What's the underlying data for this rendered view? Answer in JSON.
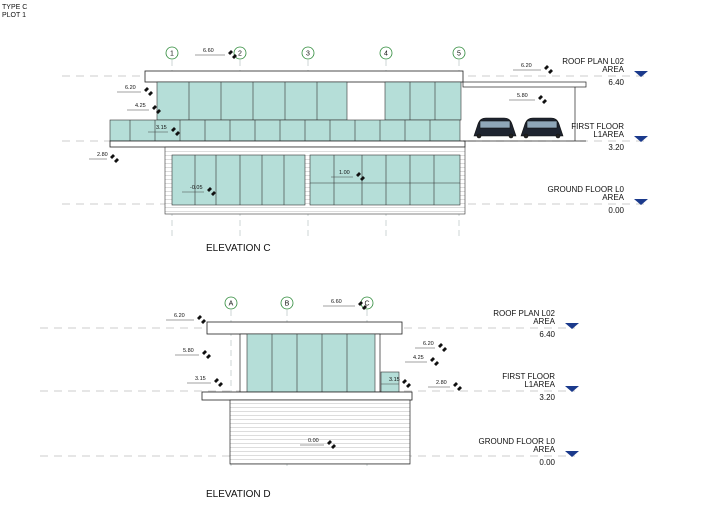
{
  "sheet": {
    "type_label": "TYPE C",
    "plot_label": "PLOT 1"
  },
  "elevation_c": {
    "title": "ELEVATION C",
    "grids": [
      "1",
      "2",
      "3",
      "4",
      "5"
    ],
    "levels": [
      {
        "line1": "ROOF PLAN L02",
        "line2": "AREA",
        "value": "6.40"
      },
      {
        "line1": "FIRST FLOOR",
        "line2": "L1AREA",
        "value": "3.20"
      },
      {
        "line1": "GROUND FLOOR L0",
        "line2": "AREA",
        "value": "0.00"
      }
    ],
    "dims": [
      "6.60",
      "6.20",
      "4.25",
      "3.15",
      "2.80",
      "6.20",
      "5.80",
      "-0.05",
      "1.00"
    ]
  },
  "elevation_d": {
    "title": "ELEVATION D",
    "grids": [
      "A",
      "B",
      "C"
    ],
    "levels": [
      {
        "line1": "ROOF PLAN L02",
        "line2": "AREA",
        "value": "6.40"
      },
      {
        "line1": "FIRST FLOOR",
        "line2": "L1AREA",
        "value": "3.20"
      },
      {
        "line1": "GROUND FLOOR L0",
        "line2": "AREA",
        "value": "0.00"
      }
    ],
    "dims": [
      "6.60",
      "6.20",
      "5.80",
      "3.15",
      "6.20",
      "4.25",
      "3.15",
      "2.80",
      "0.00"
    ]
  },
  "colors": {
    "glass": "#b5ded8",
    "line": "#222222",
    "marker": "#1b3a8c",
    "grid_bubble": "#2e8b3a",
    "level_line": "#999999"
  }
}
